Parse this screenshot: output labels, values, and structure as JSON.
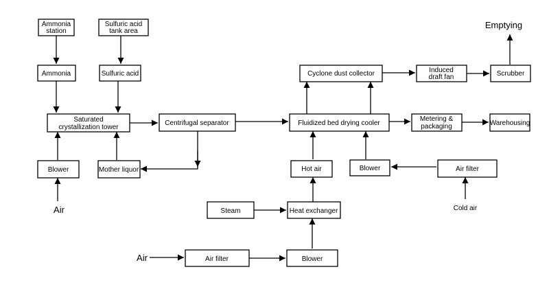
{
  "nodes": {
    "ammonia_station": [
      "Ammonia",
      "station"
    ],
    "sulfuric_tank": [
      "Sulfuric acid",
      "tank area"
    ],
    "ammonia": [
      "Ammonia"
    ],
    "sulfuric_acid": [
      "Sulfuric acid"
    ],
    "saturated_tower": [
      "Saturated",
      "crystallization tower"
    ],
    "centrifugal": [
      "Centrifugal separator"
    ],
    "blower_left": [
      "Blower"
    ],
    "mother_liquor": [
      "Mother liquor"
    ],
    "cyclone": [
      "Cyclone dust collector"
    ],
    "induced_fan": [
      "Induced",
      "draft fan"
    ],
    "scrubber": [
      "Scrubber"
    ],
    "fluidized": [
      "Fluidized bed drying cooler"
    ],
    "metering": [
      "Metering &",
      "packaging"
    ],
    "warehousing": [
      "Warehousing"
    ],
    "hot_air": [
      "Hot air"
    ],
    "blower_mid": [
      "Blower"
    ],
    "air_filter_right": [
      "Air filter"
    ],
    "steam": [
      "Steam"
    ],
    "heat_exchanger": [
      "Heat exchanger"
    ],
    "air_filter_bottom": [
      "Air filter"
    ],
    "blower_bottom": [
      "Blower"
    ]
  },
  "labels": {
    "emptying": "Emptying",
    "air_left": "Air",
    "cold_air": "Cold air",
    "air_bottom": "Air"
  }
}
